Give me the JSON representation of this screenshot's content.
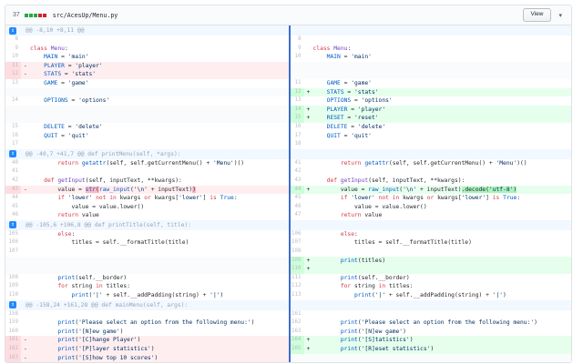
{
  "file_header": {
    "changes_count": "37",
    "diffstat_blocks": [
      "added",
      "added",
      "added",
      "deleted",
      "deleted"
    ],
    "filename": "src/AcesUp/Menu.py",
    "view_button_label": "View"
  },
  "icons": {
    "expand_diff": "↕",
    "chevron_down": "▾"
  },
  "colors": {
    "addition_bg": "#e6ffed",
    "addition_num_bg": "#cdffd8",
    "addition_word_bg": "#acf2bd",
    "deletion_bg": "#ffeef0",
    "deletion_num_bg": "#ffdce0",
    "deletion_word_bg": "#fdb8c0",
    "hunk_header_bg": "#f1f8ff",
    "divider_blue": "#3d6dcc",
    "diffstat_added": "#28a745",
    "diffstat_deleted": "#cb2431"
  },
  "diff": {
    "hunks": [
      {
        "header": "@@ -8,10 +8,11 @@",
        "rows": [
          {
            "l": {
              "t": "ctx",
              "n": "8",
              "c": ""
            },
            "r": {
              "t": "ctx",
              "n": "8",
              "c": ""
            }
          },
          {
            "l": {
              "t": "ctx",
              "n": "9",
              "c": "class Menu:"
            },
            "r": {
              "t": "ctx",
              "n": "9",
              "c": "class Menu:"
            }
          },
          {
            "l": {
              "t": "ctx",
              "n": "10",
              "c": "    MAIN = 'main'"
            },
            "r": {
              "t": "ctx",
              "n": "10",
              "c": "    MAIN = 'main'"
            }
          },
          {
            "l": {
              "t": "del",
              "n": "11",
              "c": "    PLAYER = 'player'"
            },
            "r": {
              "t": "empty"
            }
          },
          {
            "l": {
              "t": "del",
              "n": "12",
              "c": "    STATS = 'stats'"
            },
            "r": {
              "t": "empty"
            }
          },
          {
            "l": {
              "t": "ctx",
              "n": "13",
              "c": "    GAME = 'game'"
            },
            "r": {
              "t": "ctx",
              "n": "11",
              "c": "    GAME = 'game'"
            }
          },
          {
            "l": {
              "t": "empty"
            },
            "r": {
              "t": "add",
              "n": "12",
              "c": "    STATS = 'stats'"
            }
          },
          {
            "l": {
              "t": "ctx",
              "n": "14",
              "c": "    OPTIONS = 'options'"
            },
            "r": {
              "t": "ctx",
              "n": "13",
              "c": "    OPTIONS = 'options'"
            }
          },
          {
            "l": {
              "t": "empty"
            },
            "r": {
              "t": "add",
              "n": "14",
              "c": "    PLAYER = 'player'"
            }
          },
          {
            "l": {
              "t": "empty"
            },
            "r": {
              "t": "add",
              "n": "15",
              "c": "    RESET = 'reset'"
            }
          },
          {
            "l": {
              "t": "ctx",
              "n": "15",
              "c": "    DELETE = 'delete'"
            },
            "r": {
              "t": "ctx",
              "n": "16",
              "c": "    DELETE = 'delete'"
            }
          },
          {
            "l": {
              "t": "ctx",
              "n": "16",
              "c": "    QUIT = 'quit'"
            },
            "r": {
              "t": "ctx",
              "n": "17",
              "c": "    QUIT = 'quit'"
            }
          },
          {
            "l": {
              "t": "ctx",
              "n": "17",
              "c": ""
            },
            "r": {
              "t": "ctx",
              "n": "18",
              "c": ""
            }
          }
        ]
      },
      {
        "header": "@@ -40,7 +41,7 @@ def printMenu(self, *args):",
        "rows": [
          {
            "l": {
              "t": "ctx",
              "n": "40",
              "c": "        return getattr(self, self.getCurrentMenu() + 'Menu')()"
            },
            "r": {
              "t": "ctx",
              "n": "41",
              "c": "        return getattr(self, self.getCurrentMenu() + 'Menu')()"
            }
          },
          {
            "l": {
              "t": "ctx",
              "n": "41",
              "c": ""
            },
            "r": {
              "t": "ctx",
              "n": "42",
              "c": ""
            }
          },
          {
            "l": {
              "t": "ctx",
              "n": "42",
              "c": "    def getInput(self, inputText, **kwargs):"
            },
            "r": {
              "t": "ctx",
              "n": "43",
              "c": "    def getInput(self, inputText, **kwargs):"
            }
          },
          {
            "l": {
              "t": "del",
              "n": "43",
              "c": "        value = str(raw_input('\\n' + inputText))",
              "h": [
                [
                  16,
                  20
                ],
                [
                  47,
                  48
                ]
              ]
            },
            "r": {
              "t": "add",
              "n": "44",
              "c": "        value = raw_input('\\n' + inputText).decode('utf-8')",
              "h": [
                [
                  43,
                  59
                ]
              ]
            }
          },
          {
            "l": {
              "t": "ctx",
              "n": "44",
              "c": "        if 'lower' not in kwargs or kwargs['lower'] is True:"
            },
            "r": {
              "t": "ctx",
              "n": "45",
              "c": "        if 'lower' not in kwargs or kwargs['lower'] is True:"
            }
          },
          {
            "l": {
              "t": "ctx",
              "n": "45",
              "c": "            value = value.lower()"
            },
            "r": {
              "t": "ctx",
              "n": "46",
              "c": "            value = value.lower()"
            }
          },
          {
            "l": {
              "t": "ctx",
              "n": "46",
              "c": "        return value"
            },
            "r": {
              "t": "ctx",
              "n": "47",
              "c": "        return value"
            }
          }
        ]
      },
      {
        "header": "@@ -105,6 +106,8 @@ def printTitle(self, title):",
        "rows": [
          {
            "l": {
              "t": "ctx",
              "n": "105",
              "c": "        else:"
            },
            "r": {
              "t": "ctx",
              "n": "106",
              "c": "        else:"
            }
          },
          {
            "l": {
              "t": "ctx",
              "n": "106",
              "c": "            titles = self.__formatTitle(title)"
            },
            "r": {
              "t": "ctx",
              "n": "107",
              "c": "            titles = self.__formatTitle(title)"
            }
          },
          {
            "l": {
              "t": "ctx",
              "n": "107",
              "c": ""
            },
            "r": {
              "t": "ctx",
              "n": "108",
              "c": ""
            }
          },
          {
            "l": {
              "t": "empty"
            },
            "r": {
              "t": "add",
              "n": "109",
              "c": "        print(titles)"
            }
          },
          {
            "l": {
              "t": "empty"
            },
            "r": {
              "t": "add",
              "n": "110",
              "c": ""
            }
          },
          {
            "l": {
              "t": "ctx",
              "n": "108",
              "c": "        print(self.__border)"
            },
            "r": {
              "t": "ctx",
              "n": "111",
              "c": "        print(self.__border)"
            }
          },
          {
            "l": {
              "t": "ctx",
              "n": "109",
              "c": "        for string in titles:"
            },
            "r": {
              "t": "ctx",
              "n": "112",
              "c": "        for string in titles:"
            }
          },
          {
            "l": {
              "t": "ctx",
              "n": "110",
              "c": "            print('|' + self.__addPadding(string) + '|')"
            },
            "r": {
              "t": "ctx",
              "n": "113",
              "c": "            print('|' + self.__addPadding(string) + '|')"
            }
          }
        ]
      },
      {
        "header": "@@ -158,24 +161,28 @@ def mainMenu(self, args):",
        "rows": [
          {
            "l": {
              "t": "ctx",
              "n": "158",
              "c": ""
            },
            "r": {
              "t": "ctx",
              "n": "161",
              "c": ""
            }
          },
          {
            "l": {
              "t": "ctx",
              "n": "159",
              "c": "        print('Please select an option from the following menu:')"
            },
            "r": {
              "t": "ctx",
              "n": "162",
              "c": "        print('Please select an option from the following menu:')"
            }
          },
          {
            "l": {
              "t": "ctx",
              "n": "160",
              "c": "        print('[N]ew game')"
            },
            "r": {
              "t": "ctx",
              "n": "163",
              "c": "        print('[N]ew game')"
            }
          },
          {
            "l": {
              "t": "del",
              "n": "161",
              "c": "        print('[C]hange Player')"
            },
            "r": {
              "t": "add",
              "n": "164",
              "c": "        print('[S]tatistics')"
            }
          },
          {
            "l": {
              "t": "del",
              "n": "162",
              "c": "        print('[P]layer statistics')"
            },
            "r": {
              "t": "add",
              "n": "165",
              "c": "        print('[R]eset statistics')"
            }
          },
          {
            "l": {
              "t": "del",
              "n": "163",
              "c": "        print('[S]how top 10 scores')"
            },
            "r": {
              "t": "empty"
            }
          }
        ]
      }
    ]
  }
}
